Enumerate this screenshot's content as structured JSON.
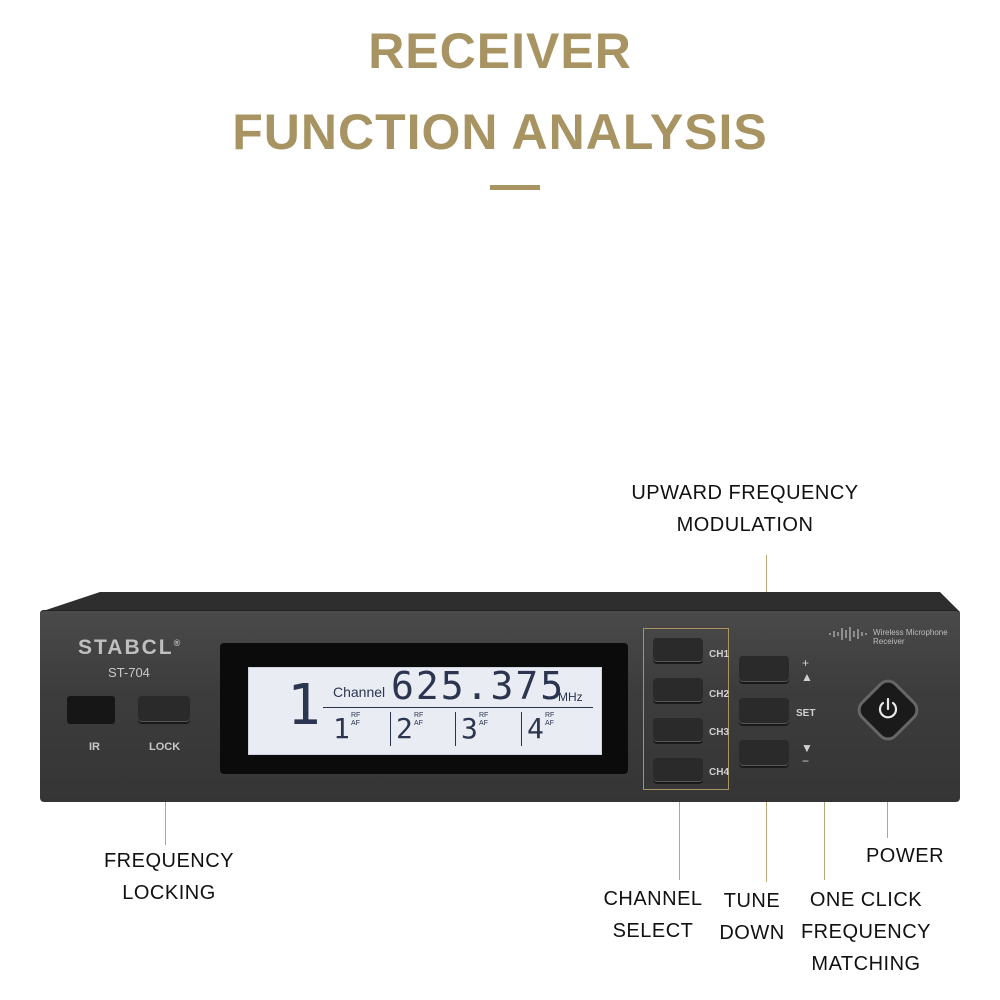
{
  "header": {
    "line1": "RECEIVER",
    "line2": "FUNCTION ANALYSIS"
  },
  "callouts": {
    "upward_line1": "UPWARD FREQUENCY",
    "upward_line2": "MODULATION",
    "freqlock_line1": "FREQUENCY",
    "freqlock_line2": "LOCKING",
    "power": "POWER",
    "channel_line1": "CHANNEL",
    "channel_line2": "SELECT",
    "tune_line1": "TUNE",
    "tune_line2": "DOWN",
    "oneclick_line1": "ONE CLICK",
    "oneclick_line2": "FREQUENCY",
    "oneclick_line3": "MATCHING"
  },
  "device": {
    "brand": "STABCL",
    "brand_mark": "®",
    "model": "ST-704",
    "ir_label": "IR",
    "lock_label": "LOCK",
    "lcd": {
      "channel_number": "1",
      "channel_word": "Channel",
      "frequency": "625.375",
      "unit": "MHz",
      "cells": [
        {
          "num": "1",
          "rf": "RF",
          "af": "AF"
        },
        {
          "num": "2",
          "rf": "RF",
          "af": "AF"
        },
        {
          "num": "3",
          "rf": "RF",
          "af": "AF"
        },
        {
          "num": "4",
          "rf": "RF",
          "af": "AF"
        }
      ]
    },
    "channels": [
      "CH1",
      "CH2",
      "CH3",
      "CH4"
    ],
    "up_plus": "+",
    "up_arrow": "▲",
    "set_label": "SET",
    "down_arrow": "▼",
    "down_minus": "−",
    "product_line1": "Wireless Microphone",
    "product_line2": "Receiver"
  },
  "colors": {
    "accent_gold": "#a89462",
    "panel": "#3d3d3d",
    "lcd": "#e9ecf3"
  }
}
